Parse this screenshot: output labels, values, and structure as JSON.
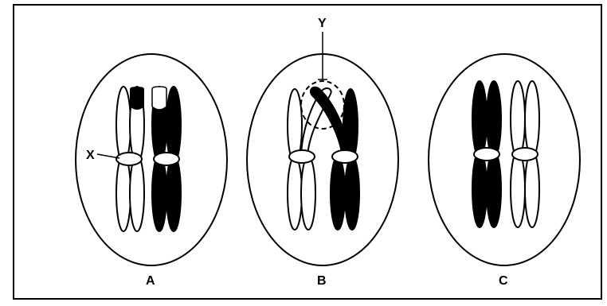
{
  "diagram": {
    "cells": [
      {
        "label": "A"
      },
      {
        "label": "B"
      },
      {
        "label": "C"
      }
    ],
    "callouts": {
      "x": "X",
      "y": "Y"
    },
    "colors": {
      "stroke": "#000000",
      "fill_dark": "#000000",
      "fill_light": "#ffffff",
      "background": "#ffffff"
    }
  }
}
